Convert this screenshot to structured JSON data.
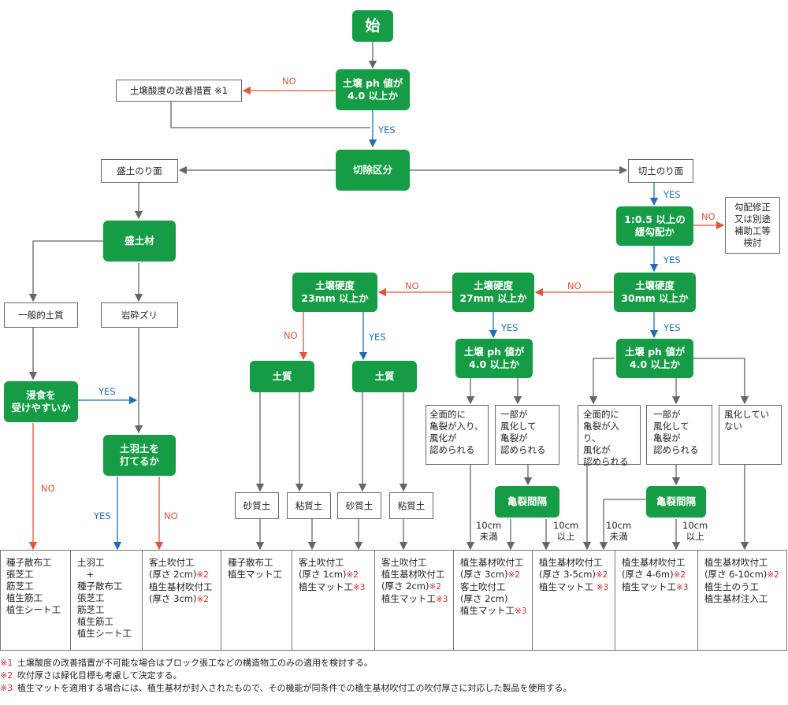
{
  "start": "始",
  "q_ph_top": "土壌 ph 値が\n4.0 以上か",
  "acid_measure": "土壌酸度の改善措置 ※1",
  "cut_type": "切除区分",
  "fill_slope": "盛土のり面",
  "cut_slope": "切土のり面",
  "fill_material": "盛土材",
  "general_soil": "一般的土質",
  "rock_fragments": "岩砕ズリ",
  "q_erosion": "浸食を\n受けやすいか",
  "q_soil_cover": "土羽土を\n打てるか",
  "q_slope": "1:0.5 以上の\n緩勾配か",
  "slope_fix": "勾配修正\n又は別途\n補助工等\n検討",
  "q_hard30": "土壌硬度\n30mm 以上か",
  "q_hard27": "土壌硬度\n27mm 以上か",
  "q_hard23": "土壌硬度\n23mm 以上か",
  "soil_a": "土質",
  "soil_b": "土質",
  "q_ph_mid": "土壌 ph 値が\n4.0 以上か",
  "q_ph_right": "土壌 ph 値が\n4.0 以上か",
  "sandy1": "砂質土",
  "clay1": "粘質土",
  "sandy2": "砂質土",
  "clay2": "粘質土",
  "crack_full1": "全面的に\n亀裂が入り、\n風化が\n認められる",
  "crack_part1": "一部が\n風化して\n亀裂が\n認められる",
  "crack_full2": "全面的に\n亀裂が入り、\n風化が\n認められる",
  "crack_part2": "一部が\n風化して\n亀裂が\n認められる",
  "not_weathered": "風化してい\nない",
  "crack_gap1": "亀裂間隔",
  "crack_gap2": "亀裂間隔",
  "labels": {
    "no": "NO",
    "yes": "YES",
    "under10": "10cm\n未満",
    "over10": "10cm\n以上"
  },
  "results": [
    [
      [
        "種子散布工"
      ],
      [
        "張芝工"
      ],
      [
        "筋芝工"
      ],
      [
        "植生筋工"
      ],
      [
        "植生シート工"
      ]
    ],
    [
      [
        "土羽工"
      ],
      [
        "　+"
      ],
      [
        "種子散布工"
      ],
      [
        "張芝工"
      ],
      [
        "筋芝工"
      ],
      [
        "植生筋工"
      ],
      [
        "植生シート工"
      ]
    ],
    [
      [
        "客土吹付工"
      ],
      [
        "(厚さ 2cm)",
        "※2"
      ],
      [
        "植生基材吹付工"
      ],
      [
        "(厚さ 3cm)",
        "※2"
      ]
    ],
    [
      [
        "種子散布工"
      ],
      [
        "植生マット工"
      ]
    ],
    [
      [
        "客土吹付工"
      ],
      [
        "(厚さ 1cm)",
        "※2"
      ],
      [
        "植生マット工",
        "※3"
      ]
    ],
    [
      [
        "客土吹付工"
      ],
      [
        "植生基材吹付工"
      ],
      [
        "(厚さ 2cm)",
        "※2"
      ],
      [
        "植生マット工",
        "※3"
      ]
    ],
    [
      [
        "植生基材吹付工"
      ],
      [
        "(厚さ 3cm)",
        "※2"
      ],
      [
        "客土吹付工"
      ],
      [
        "(厚さ 2cm)"
      ],
      [
        "植生マット工",
        "※3"
      ]
    ],
    [
      [
        "植生基材吹付工"
      ],
      [
        "(厚さ 3-5cm)",
        "※2"
      ],
      [
        "植生マット工 ",
        "※3"
      ]
    ],
    [
      [
        "植生基材吹付工"
      ],
      [
        "(厚さ 4-6m)",
        "※2"
      ],
      [
        "植生マット工",
        "※3"
      ]
    ],
    [
      [
        "植生基材吹付工"
      ],
      [
        "(厚さ 6-10cm)",
        "※2"
      ],
      [
        "植生土のう工"
      ],
      [
        "植生基材注入工"
      ]
    ]
  ],
  "footnotes": [
    {
      "mark": "※1",
      "text": "土壌酸度の改善措置が不可能な場合はブロック張工などの構造物工のみの適用を検討する。"
    },
    {
      "mark": "※2",
      "text": "吹付厚さは緑化目標も考慮して決定する。"
    },
    {
      "mark": "※3",
      "text": "植生マットを適用する場合には、植生基材が封入されたもので、その機能が同条件での植生基材吹付工の吹付厚さに対応した製品を使用する。"
    }
  ],
  "colors": {
    "node": "#159c45",
    "no": "#e1553a",
    "yes": "#1f6fb8",
    "line": "#666666"
  }
}
